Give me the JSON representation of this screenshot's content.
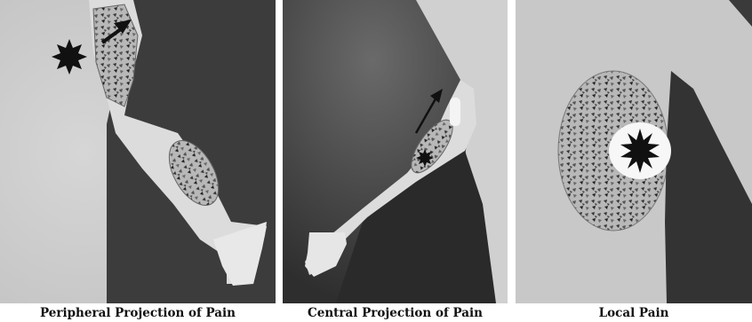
{
  "captions": {
    "peripheral": "Peripheral Projection of Pain",
    "central": "Central Projection of Pain",
    "local": "Local Pain"
  },
  "colors": {
    "background_light": "#c9c9c9",
    "body_dark": "#3a3a3a",
    "skin": "#dcdcdc",
    "pain_pattern": "#8a8a8a",
    "marker": "#111111"
  },
  "icons": [
    "starburst-icon",
    "arrow-icon",
    "pain-pattern-area"
  ]
}
